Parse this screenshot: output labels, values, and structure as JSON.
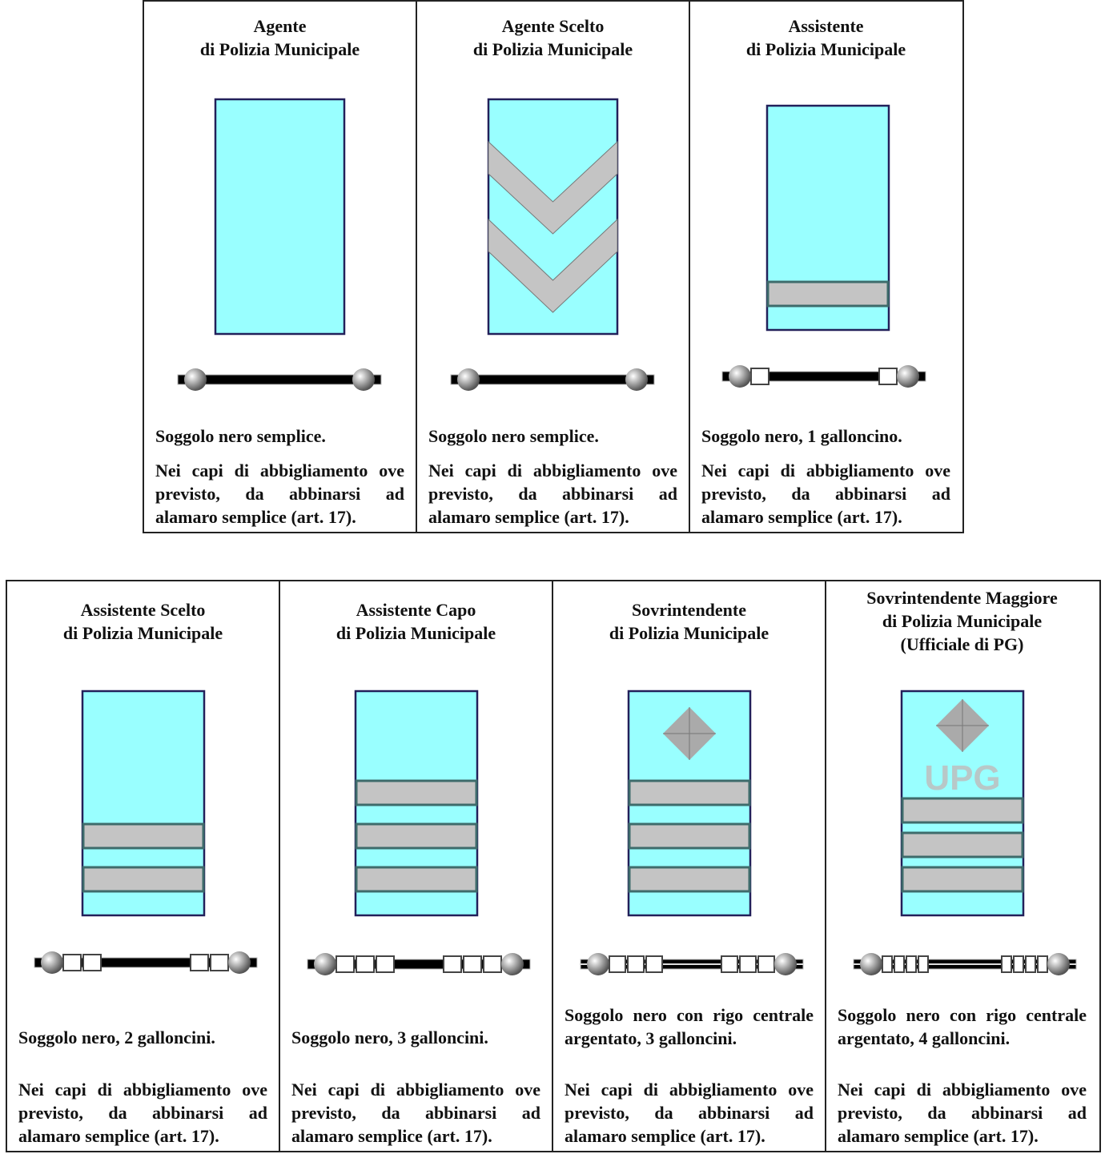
{
  "colors": {
    "epaulette": "#99ffff",
    "stripe": "#c4c4c4",
    "border": "#22205a",
    "stripe_edge": "#3e6b6b",
    "chinstrap": "#000000"
  },
  "tables": [
    {
      "ranks": [
        {
          "title": [
            "Agente",
            "di Polizia Municipale"
          ],
          "desc": "Soggolo nero semplice.",
          "note": "Nei capi di abbigliamento ove previsto, da abbinarsi ad alamaro semplice (art. 17).",
          "insignia": {
            "chevrons": 0,
            "stripes": 0,
            "diamond": false,
            "upg": ""
          },
          "chinstrap": {
            "galloncini": 0,
            "silver_stripe": false
          }
        },
        {
          "title": [
            "Agente Scelto",
            "di Polizia Municipale"
          ],
          "desc": "Soggolo nero semplice.",
          "note": "Nei capi di abbigliamento ove previsto, da abbinarsi ad alamaro semplice (art. 17).",
          "insignia": {
            "chevrons": 2,
            "stripes": 0,
            "diamond": false,
            "upg": ""
          },
          "chinstrap": {
            "galloncini": 0,
            "silver_stripe": false
          }
        },
        {
          "title": [
            "Assistente",
            "di Polizia Municipale"
          ],
          "desc": "Soggolo nero, 1 galloncino.",
          "note": "Nei capi di abbigliamento ove previsto, da abbinarsi ad alamaro semplice (art. 17).",
          "insignia": {
            "chevrons": 0,
            "stripes": 1,
            "diamond": false,
            "upg": ""
          },
          "chinstrap": {
            "galloncini": 1,
            "silver_stripe": false
          }
        }
      ]
    },
    {
      "ranks": [
        {
          "title": [
            "Assistente Scelto",
            "di Polizia Municipale"
          ],
          "desc": "Soggolo nero, 2 galloncini.",
          "note": "Nei capi di abbigliamento ove previsto, da abbinarsi ad alamaro semplice (art. 17).",
          "insignia": {
            "chevrons": 0,
            "stripes": 2,
            "diamond": false,
            "upg": ""
          },
          "chinstrap": {
            "galloncini": 2,
            "silver_stripe": false
          }
        },
        {
          "title": [
            "Assistente Capo",
            "di Polizia Municipale"
          ],
          "desc": "Soggolo nero, 3 galloncini.",
          "note": "Nei capi di abbigliamento ove previsto, da abbinarsi ad alamaro semplice (art. 17).",
          "insignia": {
            "chevrons": 0,
            "stripes": 3,
            "diamond": false,
            "upg": ""
          },
          "chinstrap": {
            "galloncini": 3,
            "silver_stripe": false
          }
        },
        {
          "title": [
            "Sovrintendente",
            "di Polizia Municipale"
          ],
          "desc": "Soggolo nero con rigo centrale argentato, 3 galloncini.",
          "note": "Nei capi di abbigliamento ove previsto, da abbinarsi ad alamaro semplice (art. 17).",
          "insignia": {
            "chevrons": 0,
            "stripes": 3,
            "diamond": true,
            "upg": ""
          },
          "chinstrap": {
            "galloncini": 3,
            "silver_stripe": true
          }
        },
        {
          "title": [
            "Sovrintendente Maggiore",
            "di Polizia Municipale",
            "(Ufficiale di PG)"
          ],
          "desc": "Soggolo nero con rigo centrale argentato, 4 galloncini.",
          "note": "Nei capi di abbigliamento ove previsto, da abbinarsi ad alamaro semplice (art. 17).",
          "insignia": {
            "chevrons": 0,
            "stripes": 3,
            "diamond": true,
            "upg": "UPG"
          },
          "chinstrap": {
            "galloncini": 4,
            "silver_stripe": true
          }
        }
      ]
    }
  ]
}
